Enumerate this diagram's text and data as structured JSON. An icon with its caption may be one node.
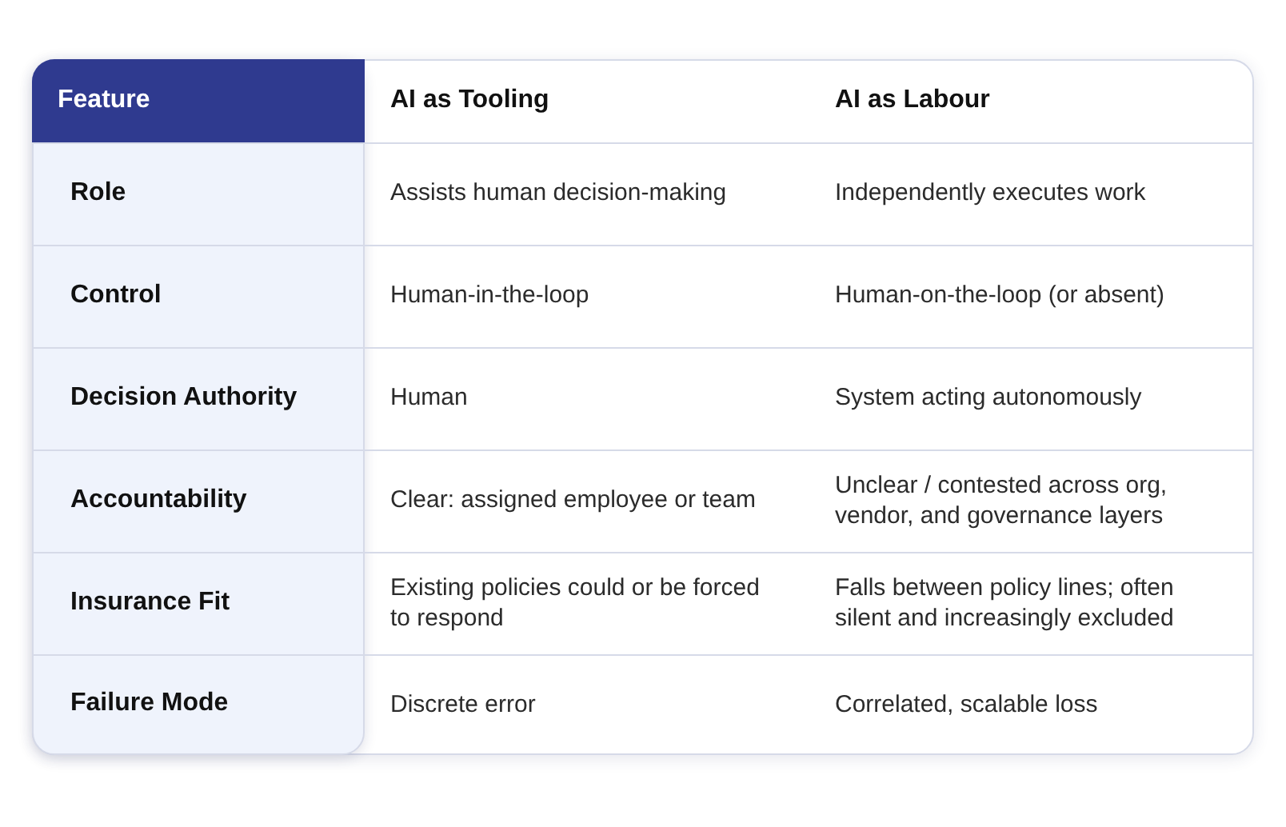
{
  "diagram": {
    "labels": [
      "Feature",
      "AI as Tooling",
      "AI as Labour",
      "Role",
      "Assists human decision-making",
      "Independently executes work",
      "Control",
      "Human-in-the-loop",
      "Human-on-the-loop (or absent)",
      "Decision Authority",
      "Human",
      "System acting autonomously",
      "Accountability",
      "Clear: assigned employee or team",
      "Unclear / contested across org, vendor, and governance layers",
      "Insurance Fit",
      "Existing policies could or be forced to respond",
      "Falls between policy lines; often silent and increasingly excluded",
      "Failure Mode",
      "Discrete error",
      "Correlated, scalable loss"
    ]
  }
}
